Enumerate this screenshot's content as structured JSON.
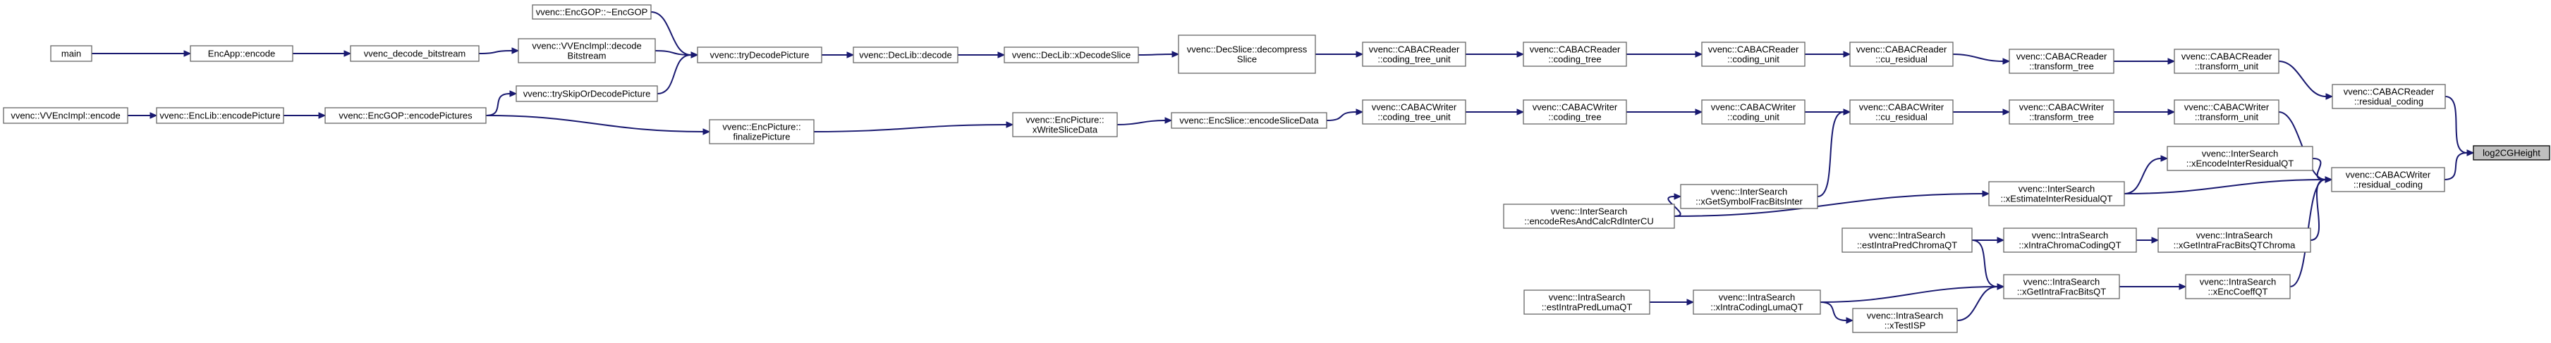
{
  "colors": {
    "edge": "#191970",
    "node_border": "#666666",
    "node_fill": "#ffffff",
    "highlight_fill": "#bfbfbf"
  },
  "nodes": [
    {
      "id": "log2CGHeight",
      "lines": [
        "log2CGHeight"
      ],
      "highlight": true
    },
    {
      "id": "residual_coding_reader",
      "lines": [
        "vvenc::CABACReader",
        "::residual_coding"
      ]
    },
    {
      "id": "transform_unit_reader",
      "lines": [
        "vvenc::CABACReader",
        "::transform_unit"
      ]
    },
    {
      "id": "transform_tree_reader",
      "lines": [
        "vvenc::CABACReader",
        "::transform_tree"
      ]
    },
    {
      "id": "cu_residual_reader",
      "lines": [
        "vvenc::CABACReader",
        "::cu_residual"
      ]
    },
    {
      "id": "coding_unit_reader",
      "lines": [
        "vvenc::CABACReader",
        "::coding_unit"
      ]
    },
    {
      "id": "coding_tree_reader",
      "lines": [
        "vvenc::CABACReader",
        "::coding_tree"
      ]
    },
    {
      "id": "coding_tree_unit_reader",
      "lines": [
        "vvenc::CABACReader",
        "::coding_tree_unit"
      ]
    },
    {
      "id": "decompressSlice",
      "lines": [
        "vvenc::DecSlice::decompress",
        "Slice"
      ]
    },
    {
      "id": "xDecodeSlice",
      "lines": [
        "vvenc::DecLib::xDecodeSlice"
      ]
    },
    {
      "id": "decLibDecode",
      "lines": [
        "vvenc::DecLib::decode"
      ]
    },
    {
      "id": "tryDecodePicture",
      "lines": [
        "vvenc::tryDecodePicture"
      ]
    },
    {
      "id": "encGopDtor",
      "lines": [
        "vvenc::EncGOP::~EncGOP"
      ]
    },
    {
      "id": "vvEncImplDecode",
      "lines": [
        "vvenc::VVEncImpl::decode",
        "Bitstream"
      ]
    },
    {
      "id": "trySkip",
      "lines": [
        "vvenc::trySkipOrDecodePicture"
      ]
    },
    {
      "id": "vvencDecodeBitstream",
      "lines": [
        "vvenc_decode_bitstream"
      ]
    },
    {
      "id": "encAppEncode",
      "lines": [
        "EncApp::encode"
      ]
    },
    {
      "id": "main",
      "lines": [
        "main"
      ]
    },
    {
      "id": "encodePictures",
      "lines": [
        "vvenc::EncGOP::encodePictures"
      ]
    },
    {
      "id": "encodePicture",
      "lines": [
        "vvenc::EncLib::encodePicture"
      ]
    },
    {
      "id": "vvEncImplEncode",
      "lines": [
        "vvenc::VVEncImpl::encode"
      ]
    },
    {
      "id": "finalizePicture",
      "lines": [
        "vvenc::EncPicture::",
        "finalizePicture"
      ]
    },
    {
      "id": "xWriteSliceData",
      "lines": [
        "vvenc::EncPicture::",
        "xWriteSliceData"
      ]
    },
    {
      "id": "encodeSliceData",
      "lines": [
        "vvenc::EncSlice::encodeSliceData"
      ]
    },
    {
      "id": "coding_tree_unit_writer",
      "lines": [
        "vvenc::CABACWriter",
        "::coding_tree_unit"
      ]
    },
    {
      "id": "coding_tree_writer",
      "lines": [
        "vvenc::CABACWriter",
        "::coding_tree"
      ]
    },
    {
      "id": "coding_unit_writer",
      "lines": [
        "vvenc::CABACWriter",
        "::coding_unit"
      ]
    },
    {
      "id": "cu_residual_writer",
      "lines": [
        "vvenc::CABACWriter",
        "::cu_residual"
      ]
    },
    {
      "id": "transform_tree_writer",
      "lines": [
        "vvenc::CABACWriter",
        "::transform_tree"
      ]
    },
    {
      "id": "transform_unit_writer",
      "lines": [
        "vvenc::CABACWriter",
        "::transform_unit"
      ]
    },
    {
      "id": "residual_coding_writer",
      "lines": [
        "vvenc::CABACWriter",
        "::residual_coding"
      ]
    },
    {
      "id": "xGetSymbolFracBitsInter",
      "lines": [
        "vvenc::InterSearch",
        "::xGetSymbolFracBitsInter"
      ]
    },
    {
      "id": "encodeResAndCalc",
      "lines": [
        "vvenc::InterSearch",
        "::encodeResAndCalcRdInterCU"
      ]
    },
    {
      "id": "xEstimateInterResidualQT",
      "lines": [
        "vvenc::InterSearch",
        "::xEstimateInterResidualQT"
      ]
    },
    {
      "id": "xEncodeInterResidualQT",
      "lines": [
        "vvenc::InterSearch",
        "::xEncodeInterResidualQT"
      ]
    },
    {
      "id": "xGetIntraFracBitsQTChroma",
      "lines": [
        "vvenc::IntraSearch",
        "::xGetIntraFracBitsQTChroma"
      ]
    },
    {
      "id": "xIntraChromaCodingQT",
      "lines": [
        "vvenc::IntraSearch",
        "::xIntraChromaCodingQT"
      ]
    },
    {
      "id": "estIntraPredChromaQT",
      "lines": [
        "vvenc::IntraSearch",
        "::estIntraPredChromaQT"
      ]
    },
    {
      "id": "xEncCoeffQT",
      "lines": [
        "vvenc::IntraSearch",
        "::xEncCoeffQT"
      ]
    },
    {
      "id": "xGetIntraFracBitsQT",
      "lines": [
        "vvenc::IntraSearch",
        "::xGetIntraFracBitsQT"
      ]
    },
    {
      "id": "xIntraCodingLumaQT",
      "lines": [
        "vvenc::IntraSearch",
        "::xIntraCodingLumaQT"
      ]
    },
    {
      "id": "estIntraPredLumaQT",
      "lines": [
        "vvenc::IntraSearch",
        "::estIntraPredLumaQT"
      ]
    },
    {
      "id": "xTestISP",
      "lines": [
        "vvenc::IntraSearch",
        "::xTestISP"
      ]
    }
  ],
  "edges": [
    [
      "residual_coding_reader",
      "log2CGHeight"
    ],
    [
      "residual_coding_writer",
      "log2CGHeight"
    ],
    [
      "transform_unit_reader",
      "residual_coding_reader"
    ],
    [
      "transform_tree_reader",
      "transform_unit_reader"
    ],
    [
      "cu_residual_reader",
      "transform_tree_reader"
    ],
    [
      "coding_unit_reader",
      "cu_residual_reader"
    ],
    [
      "coding_tree_reader",
      "coding_unit_reader"
    ],
    [
      "coding_tree_unit_reader",
      "coding_tree_reader"
    ],
    [
      "decompressSlice",
      "coding_tree_unit_reader"
    ],
    [
      "xDecodeSlice",
      "decompressSlice"
    ],
    [
      "decLibDecode",
      "xDecodeSlice"
    ],
    [
      "tryDecodePicture",
      "decLibDecode"
    ],
    [
      "encGopDtor",
      "tryDecodePicture"
    ],
    [
      "vvEncImplDecode",
      "tryDecodePicture"
    ],
    [
      "trySkip",
      "tryDecodePicture"
    ],
    [
      "vvencDecodeBitstream",
      "vvEncImplDecode"
    ],
    [
      "encAppEncode",
      "vvencDecodeBitstream"
    ],
    [
      "main",
      "encAppEncode"
    ],
    [
      "encodePictures",
      "trySkip"
    ],
    [
      "encodePictures",
      "finalizePicture"
    ],
    [
      "encodePicture",
      "encodePictures"
    ],
    [
      "vvEncImplEncode",
      "encodePicture"
    ],
    [
      "finalizePicture",
      "xWriteSliceData"
    ],
    [
      "xWriteSliceData",
      "encodeSliceData"
    ],
    [
      "encodeSliceData",
      "coding_tree_unit_writer"
    ],
    [
      "coding_tree_unit_writer",
      "coding_tree_writer"
    ],
    [
      "coding_tree_writer",
      "coding_unit_writer"
    ],
    [
      "coding_unit_writer",
      "cu_residual_writer"
    ],
    [
      "cu_residual_writer",
      "transform_tree_writer"
    ],
    [
      "transform_tree_writer",
      "transform_unit_writer"
    ],
    [
      "transform_unit_writer",
      "residual_coding_writer"
    ],
    [
      "xGetSymbolFracBitsInter",
      "cu_residual_writer"
    ],
    [
      "encodeResAndCalc",
      "xGetSymbolFracBitsInter"
    ],
    [
      "encodeResAndCalc",
      "xEstimateInterResidualQT"
    ],
    [
      "xEstimateInterResidualQT",
      "xEncodeInterResidualQT"
    ],
    [
      "xEstimateInterResidualQT",
      "residual_coding_writer"
    ],
    [
      "xEncodeInterResidualQT",
      "residual_coding_writer"
    ],
    [
      "xGetIntraFracBitsQTChroma",
      "residual_coding_writer"
    ],
    [
      "xEncCoeffQT",
      "residual_coding_writer"
    ],
    [
      "xIntraChromaCodingQT",
      "xGetIntraFracBitsQTChroma"
    ],
    [
      "estIntraPredChromaQT",
      "xIntraChromaCodingQT"
    ],
    [
      "estIntraPredChromaQT",
      "xGetIntraFracBitsQT"
    ],
    [
      "xGetIntraFracBitsQT",
      "xEncCoeffQT"
    ],
    [
      "xIntraCodingLumaQT",
      "xGetIntraFracBitsQT"
    ],
    [
      "estIntraPredLumaQT",
      "xIntraCodingLumaQT"
    ],
    [
      "xTestISP",
      "xGetIntraFracBitsQT"
    ],
    [
      "xIntraCodingLumaQT",
      "xTestISP"
    ]
  ]
}
